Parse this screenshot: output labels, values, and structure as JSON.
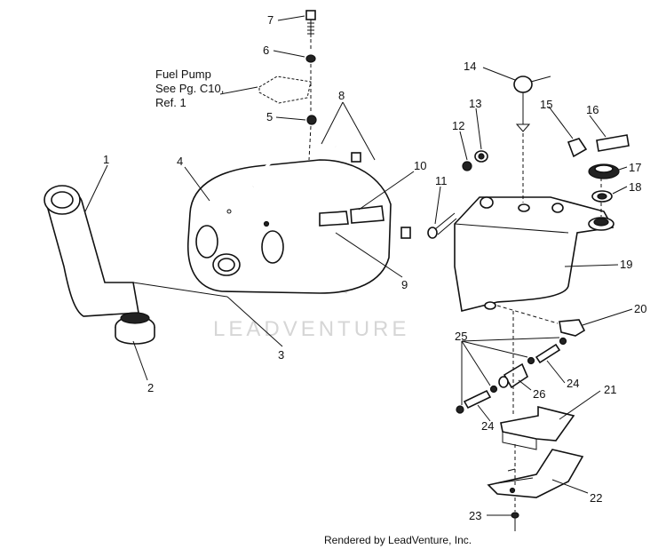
{
  "diagram": {
    "note_lines": [
      "Fuel Pump",
      "See Pg. C10,",
      "Ref. 1"
    ],
    "watermark": "LEADVENTURE",
    "footer": "Rendered by LeadVenture, Inc.",
    "callouts": {
      "c1": "1",
      "c2": "2",
      "c3": "3",
      "c4": "4",
      "c5": "5",
      "c6": "6",
      "c7": "7",
      "c8": "8",
      "c9": "9",
      "c10": "10",
      "c11": "11",
      "c12": "12",
      "c13": "13",
      "c14": "14",
      "c15": "15",
      "c16": "16",
      "c17": "17",
      "c18": "18",
      "c19": "19",
      "c20": "20",
      "c21": "21",
      "c22": "22",
      "c23": "23",
      "c24a": "24",
      "c24b": "24",
      "c25": "25",
      "c26": "26"
    }
  }
}
